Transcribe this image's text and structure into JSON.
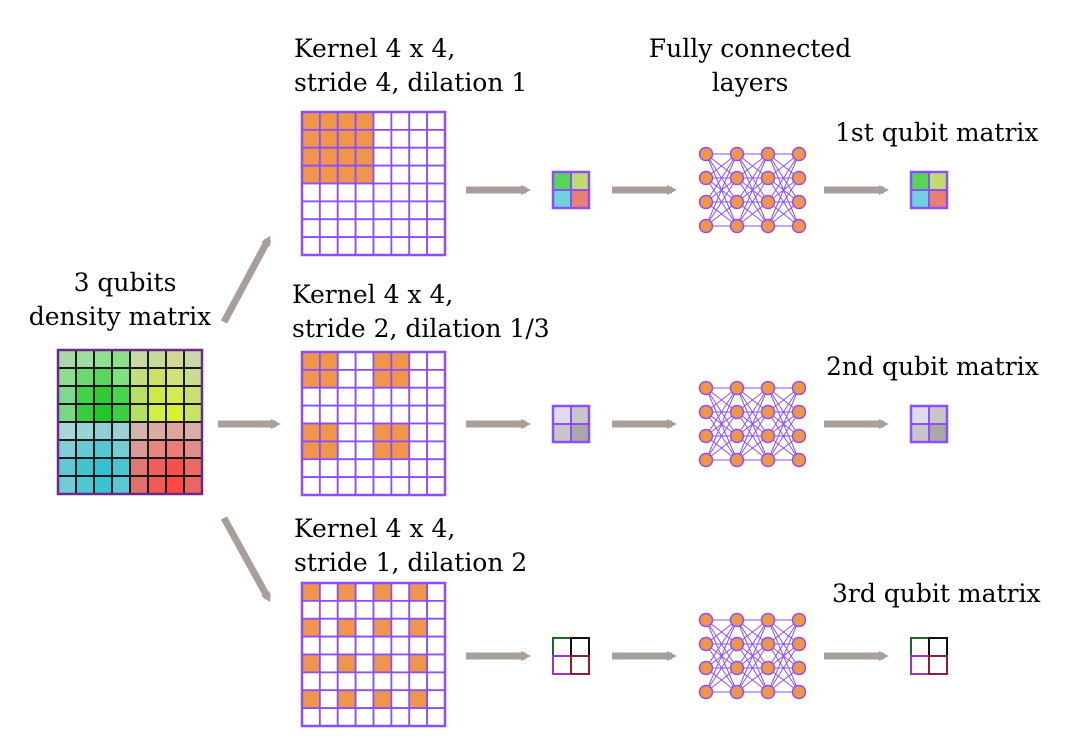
{
  "input": {
    "title_line1": "3 qubits",
    "title_line2": "density matrix",
    "grid_rows": [
      [
        "#a6d9a6",
        "#9ddd9d",
        "#8fe08f",
        "#8ce08c",
        "#c4dca4",
        "#c8da98",
        "#d2d896",
        "#ccd8a8"
      ],
      [
        "#90dc92",
        "#6ed870",
        "#5ad65e",
        "#7ee080",
        "#c0e080",
        "#cce066",
        "#d0e07a",
        "#c8dc90"
      ],
      [
        "#80d890",
        "#44d048",
        "#30cc34",
        "#48d44c",
        "#b8e060",
        "#ccea44",
        "#d4ea52",
        "#c6e072"
      ],
      [
        "#78d884",
        "#38cc3e",
        "#20ca26",
        "#3cd040",
        "#b4e05c",
        "#d2ee40",
        "#d8f030",
        "#c8e466"
      ],
      [
        "#a8d6d8",
        "#98d4d6",
        "#90d0d4",
        "#9ad2d4",
        "#d6b4ae",
        "#dcaaa4",
        "#e0a4a0",
        "#d8aeaa"
      ],
      [
        "#80d0d6",
        "#64ccd2",
        "#54c8d0",
        "#70ced4",
        "#dc9892",
        "#e68680",
        "#ec7c76",
        "#e28e88"
      ],
      [
        "#60c8d4",
        "#40c4d0",
        "#30c2d0",
        "#48c6d2",
        "#e07872",
        "#f0605a",
        "#f65048",
        "#ea6a64"
      ],
      [
        "#70ccd6",
        "#50c6d2",
        "#38c4d2",
        "#58c8d4",
        "#e0706a",
        "#f25a54",
        "#fc4a40",
        "#ec6660"
      ]
    ]
  },
  "rows": [
    {
      "kernel_line1": "Kernel 4 x 4,",
      "kernel_line2": "stride 4, dilation 1",
      "output_label": "1st qubit matrix",
      "pooled_colors": [
        "#55d655",
        "#c2d870",
        "#70d0dc",
        "#e88070"
      ],
      "highlight": [
        [
          0,
          0
        ],
        [
          0,
          1
        ],
        [
          0,
          2
        ],
        [
          0,
          3
        ],
        [
          1,
          0
        ],
        [
          1,
          1
        ],
        [
          1,
          2
        ],
        [
          1,
          3
        ],
        [
          2,
          0
        ],
        [
          2,
          1
        ],
        [
          2,
          2
        ],
        [
          2,
          3
        ],
        [
          3,
          0
        ],
        [
          3,
          1
        ],
        [
          3,
          2
        ],
        [
          3,
          3
        ]
      ]
    },
    {
      "kernel_line1": "Kernel 4 x 4,",
      "kernel_line2": "stride 2, dilation 1/3",
      "output_label": "2nd qubit matrix",
      "pooled_colors": [
        "#dcdcec",
        "#c6c6c6",
        "#c6c6c6",
        "#a8a8a8"
      ],
      "highlight": [
        [
          0,
          0
        ],
        [
          0,
          1
        ],
        [
          1,
          0
        ],
        [
          1,
          1
        ],
        [
          0,
          4
        ],
        [
          0,
          5
        ],
        [
          1,
          4
        ],
        [
          1,
          5
        ],
        [
          4,
          0
        ],
        [
          4,
          1
        ],
        [
          5,
          0
        ],
        [
          5,
          1
        ],
        [
          4,
          4
        ],
        [
          4,
          5
        ],
        [
          5,
          4
        ],
        [
          5,
          5
        ]
      ]
    },
    {
      "kernel_line1": "Kernel 4 x 4,",
      "kernel_line2": "stride 1, dilation 2",
      "output_label": "3rd qubit matrix",
      "pooled_colors": [
        "#ffffff",
        "#ffffff",
        "#ffffff",
        "#ffffff"
      ],
      "pooled_borders": [
        "#226622",
        "#111111",
        "#9933cc",
        "#882233"
      ],
      "highlight": [
        [
          0,
          0
        ],
        [
          0,
          2
        ],
        [
          0,
          4
        ],
        [
          0,
          6
        ],
        [
          2,
          0
        ],
        [
          2,
          2
        ],
        [
          2,
          4
        ],
        [
          2,
          6
        ],
        [
          4,
          0
        ],
        [
          4,
          2
        ],
        [
          4,
          4
        ],
        [
          4,
          6
        ],
        [
          6,
          0
        ],
        [
          6,
          2
        ],
        [
          6,
          4
        ],
        [
          6,
          6
        ]
      ]
    }
  ],
  "fc": {
    "title_line1": "Fully connected",
    "title_line2": "layers",
    "layer_sizes": [
      4,
      4,
      4,
      4
    ]
  },
  "colors": {
    "grid_line": "#8a4fff",
    "highlight": "#f0964a",
    "arrow": "#a89e9a",
    "node": "#f0964a",
    "edge": "#8a4fff"
  }
}
